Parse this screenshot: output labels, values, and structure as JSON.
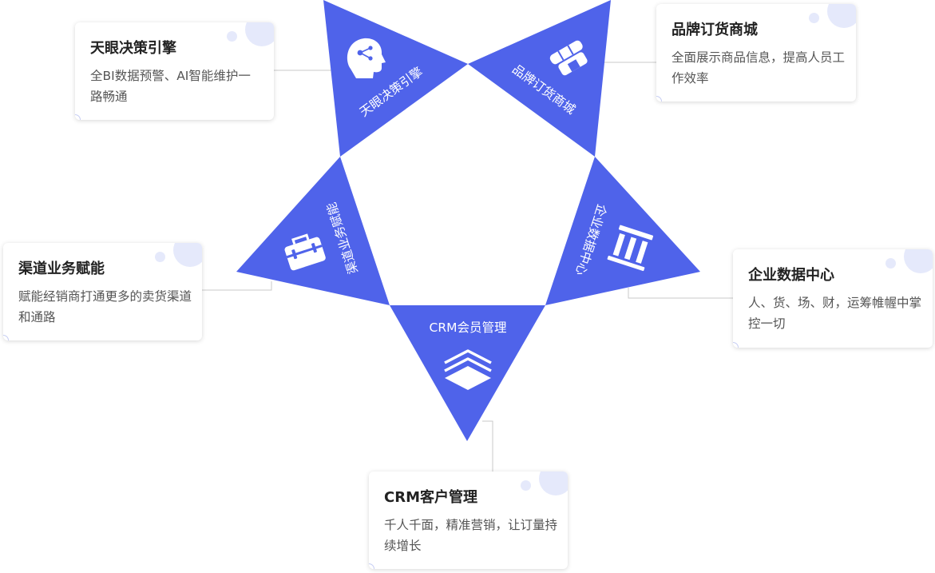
{
  "accent_color": "#4f63ea",
  "connector_color": "#c9c9c9",
  "segments": [
    {
      "label": "天眼决策引擎",
      "icon": "brain-icon"
    },
    {
      "label": "品牌订货商城",
      "icon": "shop-icon"
    },
    {
      "label": "企业数据中心",
      "icon": "pillars-icon"
    },
    {
      "label": "CRM会员管理",
      "icon": "layers-icon"
    },
    {
      "label": "渠道业务赋能",
      "icon": "briefcase-icon"
    }
  ],
  "cards": {
    "tianyan": {
      "title": "天眼决策引擎",
      "desc": "全BI数据预警、AI智能维护一路畅通"
    },
    "pinpai": {
      "title": "品牌订货商城",
      "desc": "全面展示商品信息，提高人员工作效率"
    },
    "qiye": {
      "title": "企业数据中心",
      "desc": "人、货、场、财，运筹帷幄中掌控一切"
    },
    "kehu": {
      "title": "CRM客户管理",
      "desc": "千人千面，精准营销，让订量持续增长"
    },
    "qudao": {
      "title": "渠道业务赋能",
      "desc": "赋能经销商打通更多的卖货渠道和通路"
    }
  }
}
